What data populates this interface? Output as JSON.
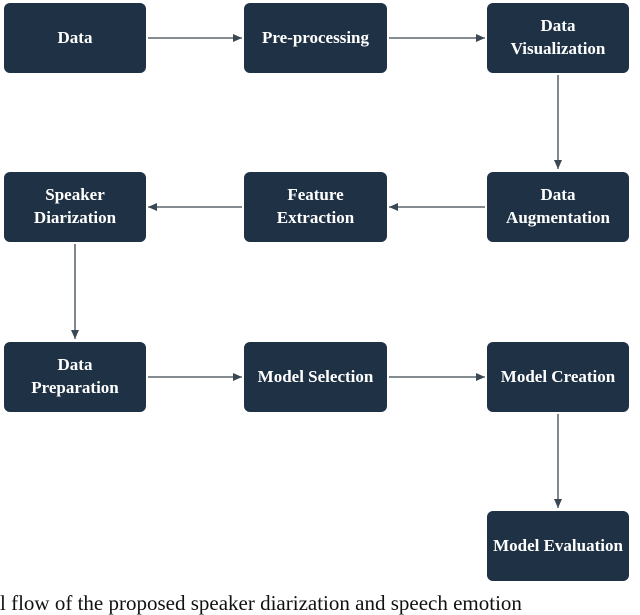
{
  "colors": {
    "node_fill": "#1f3144",
    "node_text": "#ffffff",
    "arrow": "#3b4752"
  },
  "nodes": [
    {
      "id": "data",
      "label": "Data"
    },
    {
      "id": "pre-processing",
      "label": "Pre-processing"
    },
    {
      "id": "data-visualization",
      "label": "Data\nVisualization"
    },
    {
      "id": "data-augmentation",
      "label": "Data\nAugmentation"
    },
    {
      "id": "feature-extraction",
      "label": "Feature\nExtraction"
    },
    {
      "id": "speaker-diarization",
      "label": "Speaker\nDiarization"
    },
    {
      "id": "data-preparation",
      "label": "Data\nPreparation"
    },
    {
      "id": "model-selection",
      "label": "Model Selection"
    },
    {
      "id": "model-creation",
      "label": "Model Creation"
    },
    {
      "id": "model-evaluation",
      "label": "Model Evaluation"
    }
  ],
  "edges": [
    {
      "from": "data",
      "to": "pre-processing"
    },
    {
      "from": "pre-processing",
      "to": "data-visualization"
    },
    {
      "from": "data-visualization",
      "to": "data-augmentation"
    },
    {
      "from": "data-augmentation",
      "to": "feature-extraction"
    },
    {
      "from": "feature-extraction",
      "to": "speaker-diarization"
    },
    {
      "from": "speaker-diarization",
      "to": "data-preparation"
    },
    {
      "from": "data-preparation",
      "to": "model-selection"
    },
    {
      "from": "model-selection",
      "to": "model-creation"
    },
    {
      "from": "model-creation",
      "to": "model-evaluation"
    }
  ],
  "caption": "l flow of the proposed speaker diarization and speech emotion"
}
